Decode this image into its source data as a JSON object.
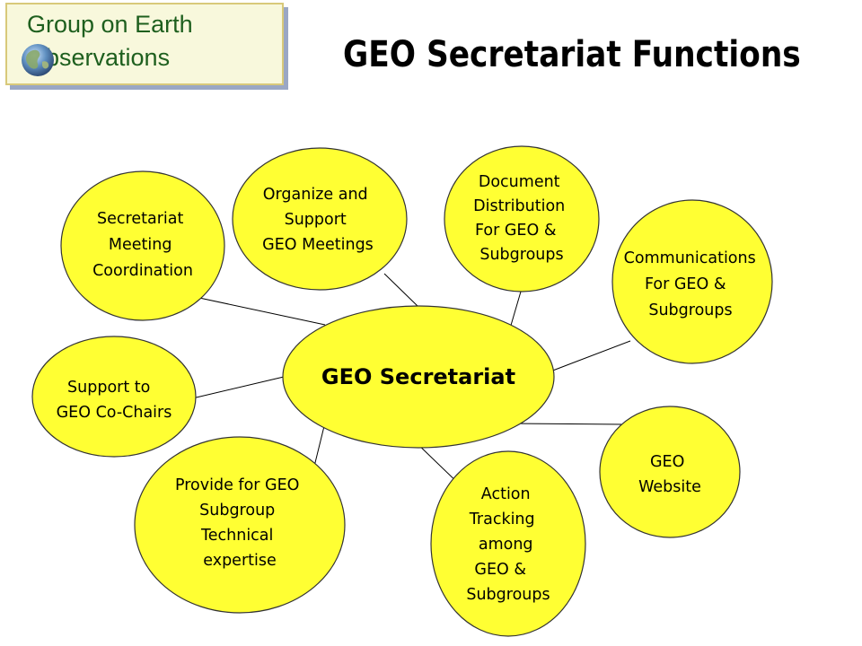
{
  "logo": {
    "line1": "Group on Earth",
    "line2": "Observations"
  },
  "title": "GEO Secretariat Functions",
  "colors": {
    "bubble_fill": "#ffff33",
    "bubble_stroke": "#333333",
    "connector": "#000000",
    "logo_text": "#1e5f1e"
  },
  "diagram": {
    "center": {
      "lines": [
        "GEO Secretariat"
      ]
    },
    "nodes": [
      {
        "id": "meeting-coordination",
        "lines": [
          "Secretariat",
          "Meeting",
          "Coordination"
        ]
      },
      {
        "id": "organize-meetings",
        "lines": [
          "Organize and",
          "Support",
          "GEO Meetings"
        ]
      },
      {
        "id": "document-distribution",
        "lines": [
          "Document",
          "Distribution",
          "For GEO &",
          "Subgroups"
        ]
      },
      {
        "id": "communications",
        "lines": [
          "Communications",
          "For GEO &",
          "Subgroups"
        ]
      },
      {
        "id": "support-cochairs",
        "lines": [
          "Support to",
          "GEO Co-Chairs"
        ]
      },
      {
        "id": "website",
        "lines": [
          "GEO",
          "Website"
        ]
      },
      {
        "id": "technical-expertise",
        "lines": [
          "Provide for GEO",
          "Subgroup",
          "Technical",
          "expertise"
        ]
      },
      {
        "id": "action-tracking",
        "lines": [
          "Action",
          "Tracking",
          "among",
          "GEO &",
          "Subgroups"
        ]
      }
    ]
  }
}
